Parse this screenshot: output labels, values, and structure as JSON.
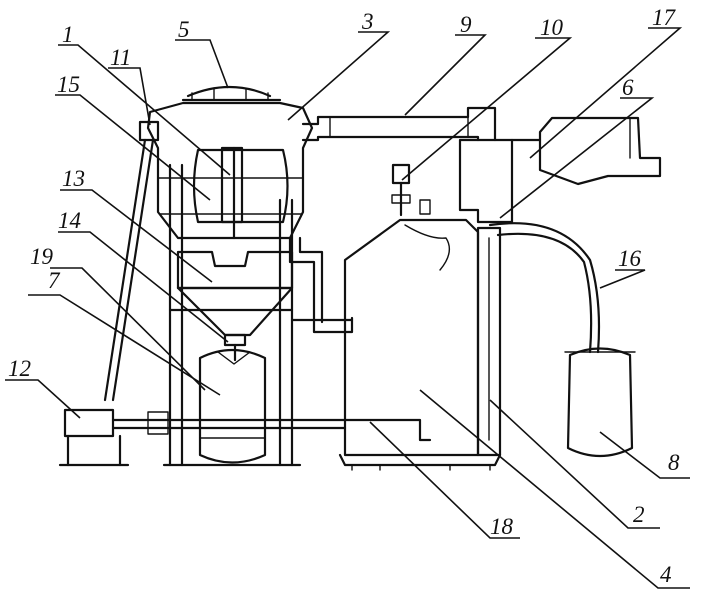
{
  "diagram": {
    "labels": [
      {
        "id": "label-1",
        "text": "1"
      },
      {
        "id": "label-2",
        "text": "2"
      },
      {
        "id": "label-3",
        "text": "3"
      },
      {
        "id": "label-4",
        "text": "4"
      },
      {
        "id": "label-5",
        "text": "5"
      },
      {
        "id": "label-6",
        "text": "6"
      },
      {
        "id": "label-7",
        "text": "7"
      },
      {
        "id": "label-8",
        "text": "8"
      },
      {
        "id": "label-9",
        "text": "9"
      },
      {
        "id": "label-10",
        "text": "10"
      },
      {
        "id": "label-11",
        "text": "11"
      },
      {
        "id": "label-12",
        "text": "12"
      },
      {
        "id": "label-13",
        "text": "13"
      },
      {
        "id": "label-14",
        "text": "14"
      },
      {
        "id": "label-15",
        "text": "15"
      },
      {
        "id": "label-16",
        "text": "16"
      },
      {
        "id": "label-17",
        "text": "17"
      },
      {
        "id": "label-18",
        "text": "18"
      },
      {
        "id": "label-19",
        "text": "19"
      }
    ],
    "ink_color": "#111111",
    "background_color": "#ffffff"
  }
}
